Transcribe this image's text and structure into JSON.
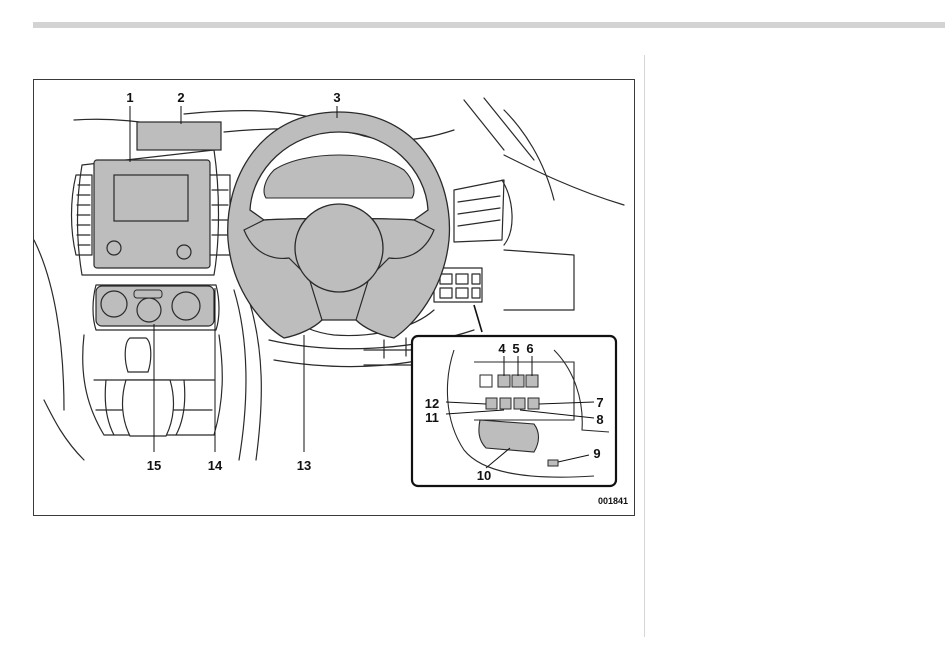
{
  "figure": {
    "callouts": [
      {
        "id": "1",
        "label": "1"
      },
      {
        "id": "2",
        "label": "2"
      },
      {
        "id": "3",
        "label": "3"
      },
      {
        "id": "4",
        "label": "4"
      },
      {
        "id": "5",
        "label": "5"
      },
      {
        "id": "6",
        "label": "6"
      },
      {
        "id": "7",
        "label": "7"
      },
      {
        "id": "8",
        "label": "8"
      },
      {
        "id": "9",
        "label": "9"
      },
      {
        "id": "10",
        "label": "10"
      },
      {
        "id": "11",
        "label": "11"
      },
      {
        "id": "12",
        "label": "12"
      },
      {
        "id": "13",
        "label": "13"
      },
      {
        "id": "14",
        "label": "14"
      },
      {
        "id": "15",
        "label": "15"
      }
    ],
    "figure_id": "001841"
  },
  "colors": {
    "part_fill": "#bdbdbd",
    "line": "#2a2a2a",
    "rule": "#d3d3d3"
  }
}
